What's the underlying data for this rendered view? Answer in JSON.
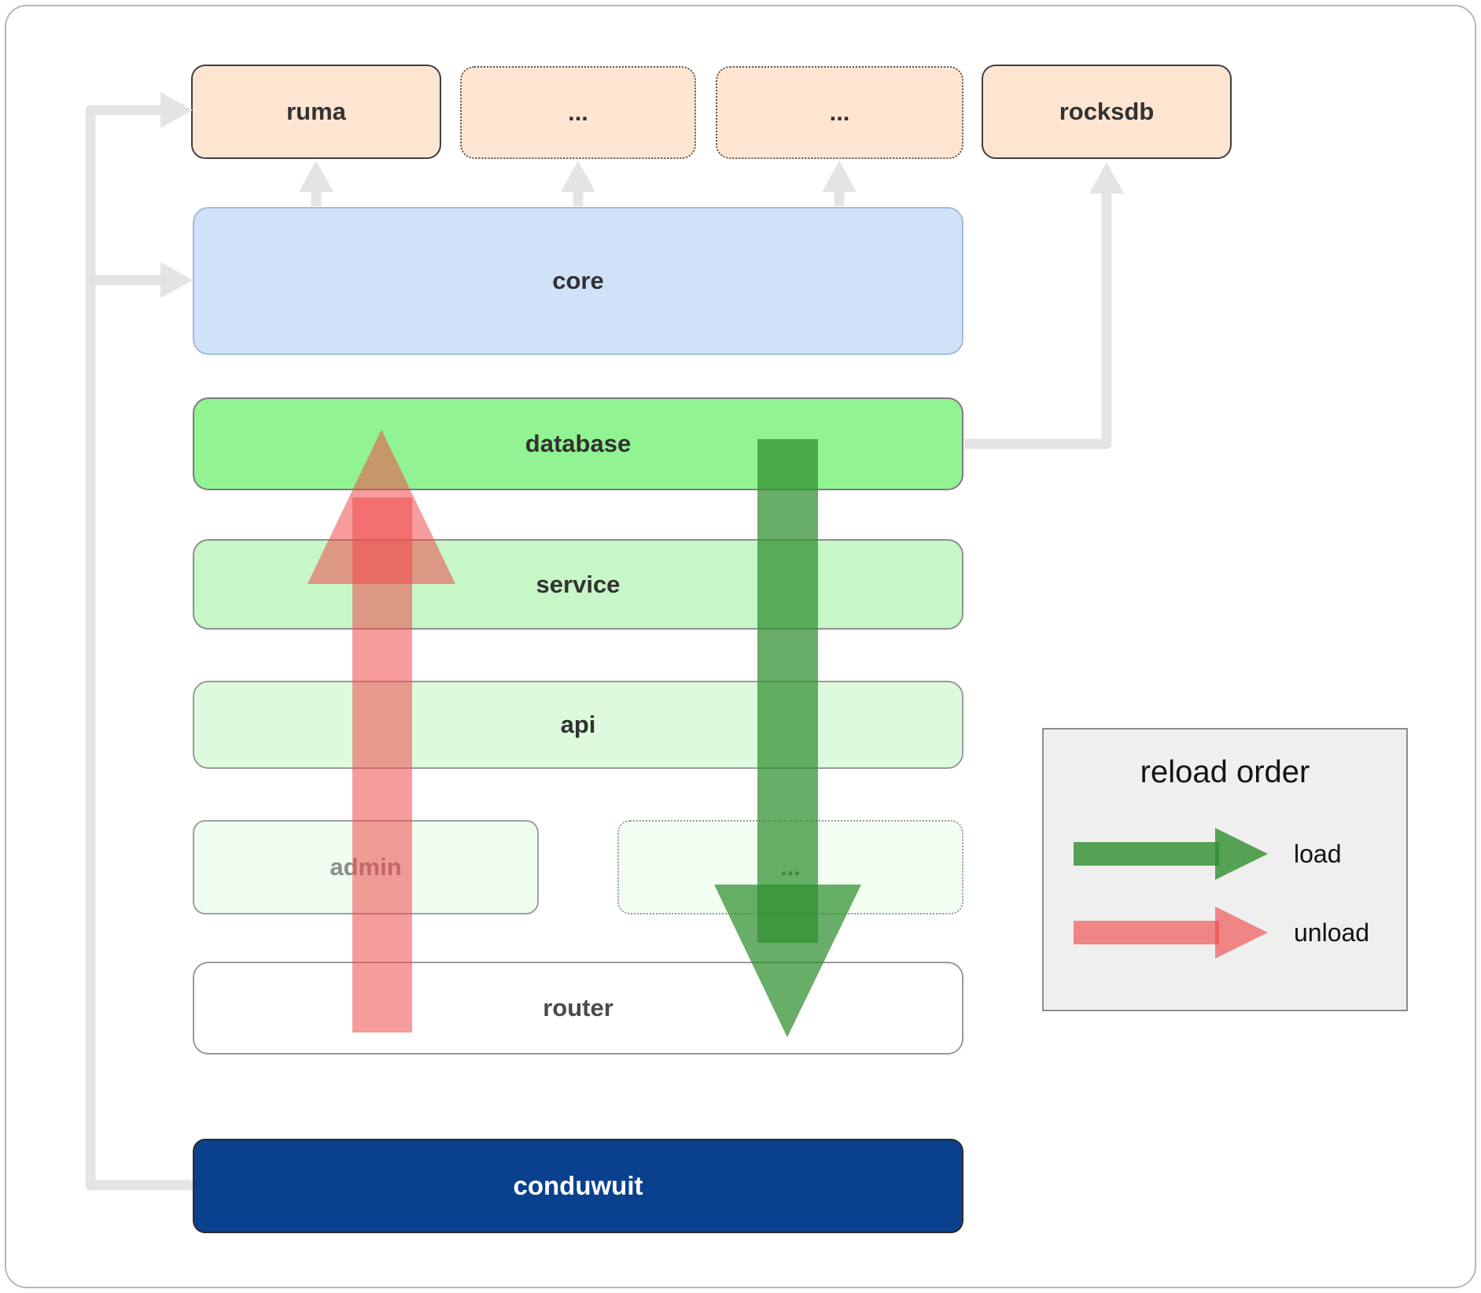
{
  "colors": {
    "load": "#2e8f2e",
    "unload": "#ee4b4b",
    "connector": "#e4e4e4"
  },
  "nodes": {
    "ruma": "ruma",
    "dep_ellipsis_1": "...",
    "dep_ellipsis_2": "...",
    "rocksdb": "rocksdb",
    "core": "core",
    "database": "database",
    "service": "service",
    "api": "api",
    "admin": "admin",
    "service_ellipsis": "...",
    "router": "router",
    "conduwuit": "conduwuit"
  },
  "legend": {
    "title": "reload order",
    "items": [
      {
        "label": "load"
      },
      {
        "label": "unload"
      }
    ]
  }
}
